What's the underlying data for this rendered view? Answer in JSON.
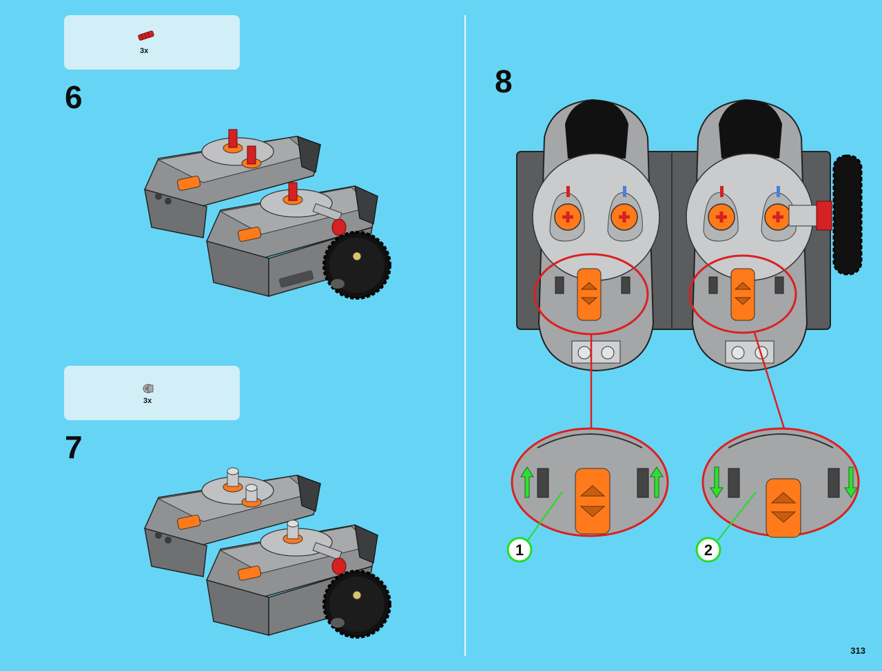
{
  "steps": [
    {
      "number": "6",
      "parts": {
        "quantity": "3x",
        "part_icon": "red-axle-pin-icon"
      }
    },
    {
      "number": "7",
      "parts": {
        "quantity": "3x",
        "part_icon": "gray-bushing-icon"
      }
    },
    {
      "number": "8",
      "callouts": [
        "1",
        "2"
      ]
    }
  ],
  "page_number": "313",
  "colors": {
    "background": "#66d5f5",
    "parts_box": "#d2eef7",
    "highlight_circle": "#dd1f1f",
    "callout_ring": "#22dd22",
    "arrow_green": "#33dd33",
    "switch_orange": "#ff7a1a",
    "body_gray": "#9a9c9e"
  }
}
